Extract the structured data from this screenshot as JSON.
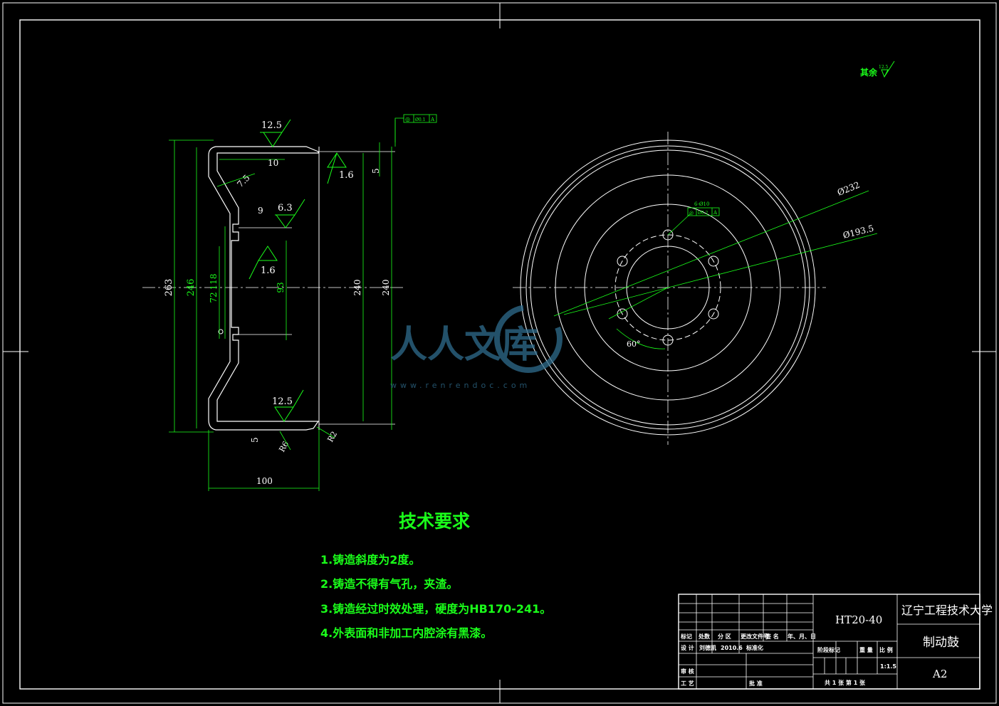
{
  "surface_finish": {
    "other": {
      "label": "其余",
      "value": "12.5"
    },
    "top": "12.5",
    "bore_top": "1.6",
    "flange": "6.3",
    "bore_mid": "1.6",
    "bottom": "12.5"
  },
  "geometric_tolerance": {
    "symbol": "◎",
    "value": "Ø0.1",
    "datum": "A"
  },
  "side_dims": {
    "d263": "263",
    "d246": "246",
    "d72": "72",
    "d118": "118",
    "d93": "93",
    "d240": "240",
    "d240b": "240",
    "w10": "10",
    "w9": "9",
    "w5_top": "5",
    "w5_bot": "5",
    "w100": "100",
    "r75": "7.5",
    "r6": "R6",
    "r2": "R2"
  },
  "front_dims": {
    "d232": "Ø232",
    "d1935": "Ø193.5",
    "holes": "6-Ø10",
    "hole_tol_symbol": "◎",
    "hole_tol_value": "Ø0.2",
    "hole_tol_datum": "A",
    "angle": "60°"
  },
  "watermark": {
    "text": "人人文库",
    "url": "www.renrendoc.com"
  },
  "tech": {
    "title": "技术要求",
    "items": [
      "1.铸造斜度为2度。",
      "2.铸造不得有气孔，夹渣。",
      "3.铸造经过时效处理，硬度为HB170-241。",
      "4.外表面和非加工内腔涂有黑漆。"
    ]
  },
  "title_block": {
    "material": "HT20-40",
    "school": "辽宁工程技术大学",
    "part_name": "制动鼓",
    "sheet_size": "A2",
    "rev_headers": [
      "标记",
      "处数",
      "分 区",
      "更改文件号",
      "签 名",
      "年、月、日"
    ],
    "design_label": "设 计",
    "designer": "刘德凯",
    "date": "2010.6",
    "standard_label": "标准化",
    "stage_headers": [
      "阶段标记",
      "重 量",
      "比 例"
    ],
    "scale": "1:1.5",
    "review_label": "审 核",
    "process_label": "工 艺",
    "approve_label": "批 准",
    "sheets": "共 1 张   第 1 张"
  }
}
